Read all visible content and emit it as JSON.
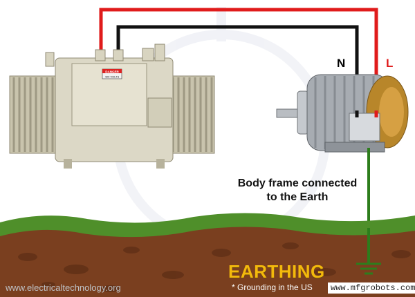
{
  "wires": {
    "neutral_label": "N",
    "line_label": "L",
    "neutral_color": "#111111",
    "line_color": "#e01b1b",
    "earth_color": "#2d7d1c"
  },
  "transformer": {
    "warning_plate": "DANGER",
    "voltage_plate": "420 VOLTS"
  },
  "caption": {
    "line1": "Body frame connected",
    "line2": "to the Earth"
  },
  "title": "EARTHING",
  "footnote": "* Grounding in the US",
  "watermarks": {
    "left": "www.electricaltechnology.org",
    "right": "www.mfgrobots.com"
  },
  "colors": {
    "title": "#f3b90c",
    "grass": "#4f8f2a",
    "soil": "#7a3f1f"
  }
}
